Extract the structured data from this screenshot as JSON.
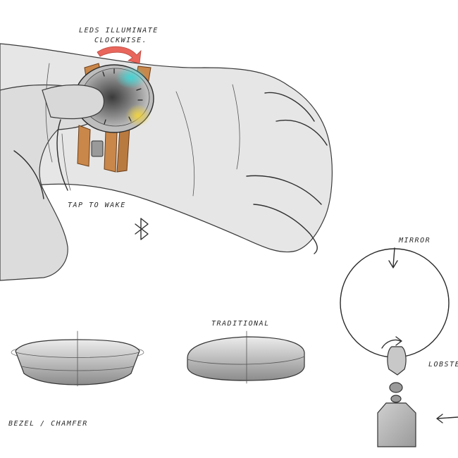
{
  "annotations": {
    "leds_line1": "LEDS ILLUMINATE",
    "leds_line2": "CLOCKWISE.",
    "tap_to_wake": "TAP TO WAKE",
    "traditional": "TRADITIONAL",
    "bezel_chamfer": "BEZEL / CHAMFER",
    "mirror": "MIRROR",
    "lobster": "LOBSTER"
  },
  "icons": {
    "bluetooth": "bluetooth-icon",
    "rotation_arrow": "curved-arrow-icon"
  },
  "colors": {
    "paper": "#ffffff",
    "skin": "#e4e4e4",
    "strap": "#c9874a",
    "arrow": "#e8665c",
    "led_cyan": "#3fd6d6",
    "led_yellow": "#f2d33a",
    "ink": "#2f2f2f"
  }
}
